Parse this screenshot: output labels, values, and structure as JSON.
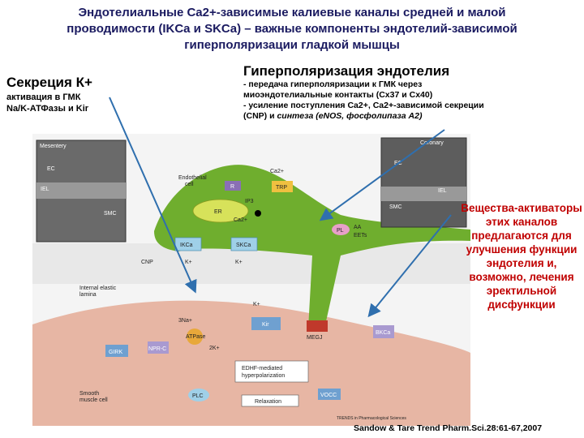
{
  "title": {
    "line1": "Эндотелиальные Ca2+-зависимые калиевые каналы средней и малой",
    "line2": "проводимости (IKCa и SKCa) – важные компоненты эндотелий-зависимой",
    "line3": "гиперполяризации гладкой мышцы"
  },
  "left": {
    "heading": "Секреция К+",
    "line1": "активация в ГМК",
    "line2": "Na/K-АТФазы и Kir"
  },
  "right": {
    "heading": "Гиперполяризация эндотелия",
    "line1": "- передача гиперполяризации к ГМК через",
    "line2": "миоэндотелиальные контакты (Cx37 и Cx40)",
    "line3": "- усиление поступления Ca2+, Ca2+-зависимой секреции",
    "line4a": "(CNP) и ",
    "line4b": "синтеза (eNOS, фосфолипаза A2)"
  },
  "side_note": "Вещества-активаторы этих каналов предлагаются для улучшения функции эндотелия и, возможно, лечения эректильной дисфункции",
  "citation": "Sandow & Tare Trend Pharm.Sci.28:61-67,2007",
  "diagram": {
    "mesentery": "Mesentery",
    "coronary": "Coronary",
    "ec": "EC",
    "iel": "IEL",
    "smc": "SMC",
    "endothelial_cell_1": "Endothelial",
    "endothelial_cell_2": "cell",
    "er": "ER",
    "ca": "Ca2+",
    "r": "R",
    "trp": "TRP",
    "ip3": "IP3",
    "ikca": "IKCa",
    "skca": "SKCa",
    "k": "K+",
    "cnp": "CNP",
    "iel_label_1": "Internal elastic",
    "iel_label_2": "lamina",
    "na": "3Na+",
    "atp": "ATPase",
    "kir": "Kir",
    "npr": "NPR-C",
    "girk": "GIRK",
    "meg": "MEGJ",
    "bkca": "BKCa",
    "pl": "PL",
    "aa": "AA",
    "eet": "EETs",
    "edhf_1": "EDHF-mediated",
    "edhf_2": "hyperpolarization",
    "relaxation": "Relaxation",
    "smooth_1": "Smooth",
    "smooth_2": "muscle cell",
    "vocc": "VOCC",
    "plc": "PLC",
    "twok": "2K+",
    "publisher": "TRENDS in Pharmacological Sciences"
  },
  "colors": {
    "title": "#1a1a60",
    "side_note": "#c00000",
    "endothelium": "#6fae2e",
    "smooth_muscle": "#e7b6a4",
    "arrow": "#2f6fae"
  }
}
